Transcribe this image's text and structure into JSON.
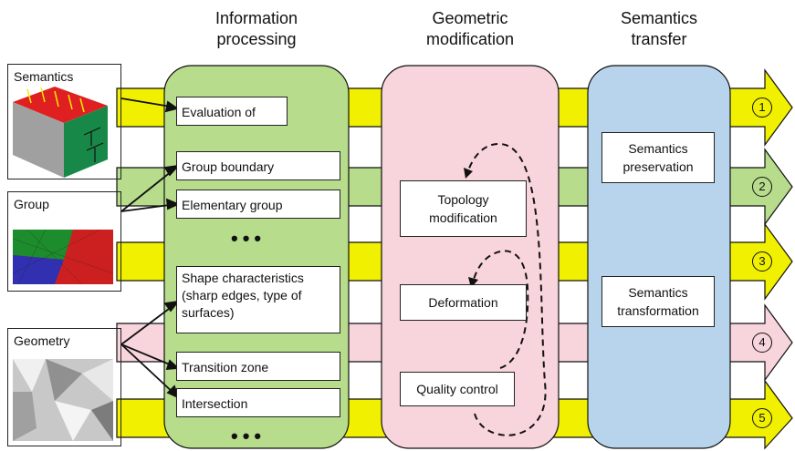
{
  "headers": {
    "information": "Information processing",
    "geometric": "Geometric modification",
    "semantics": "Semantics transfer"
  },
  "sources": {
    "semantics": "Semantics",
    "group": "Group",
    "geometry": "Geometry"
  },
  "processing_items": [
    "Evaluation of",
    "Group boundary",
    "Elementary group",
    "Shape characteristics (sharp edges, type of surfaces)",
    "Transition zone",
    "Intersection"
  ],
  "dots": "•••",
  "geometric_items": [
    "Topology modification",
    "Deformation",
    "Quality control"
  ],
  "semantics_items": [
    "Semantics preservation",
    "Semantics transformation"
  ],
  "outputs": [
    "1",
    "2",
    "3",
    "4",
    "5"
  ],
  "colors": {
    "yellow": "#f0f000",
    "green_band": "#b6dc8c",
    "pink_band": "#f8d4dc",
    "info_panel": "#b6dc8c",
    "geom_panel": "#f8d4dc",
    "sem_panel": "#b8d4ec"
  }
}
